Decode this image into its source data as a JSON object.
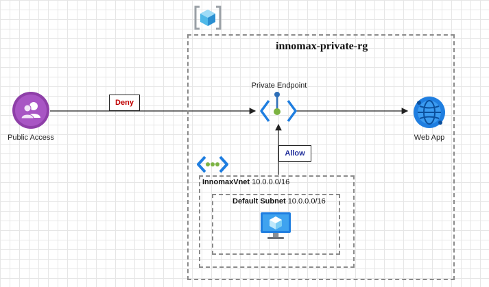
{
  "resource_group": {
    "title": "innomax-private-rg"
  },
  "nodes": {
    "public_access": {
      "label": "Public Access",
      "icon": "users-group-icon"
    },
    "private_endpoint": {
      "label": "Private Endpoint",
      "icon": "private-endpoint-icon"
    },
    "web_app": {
      "label": "Web App",
      "icon": "web-app-globe-icon"
    }
  },
  "vnet": {
    "name": "InnomaxVnet",
    "cidr": "10.0.0.0/16",
    "icon": "virtual-network-icon"
  },
  "subnet": {
    "name": "Default Subnet",
    "cidr": "10.0.0.0/16",
    "icon": "virtual-machine-icon"
  },
  "edges": {
    "deny": {
      "label": "Deny",
      "color": "#c00000"
    },
    "allow": {
      "label": "Allow",
      "color": "#1f2d9a"
    }
  },
  "colors": {
    "users_purple": "#8e3fa8",
    "azure_blue": "#1f7ee0",
    "endpoint_green": "#7cb342"
  }
}
